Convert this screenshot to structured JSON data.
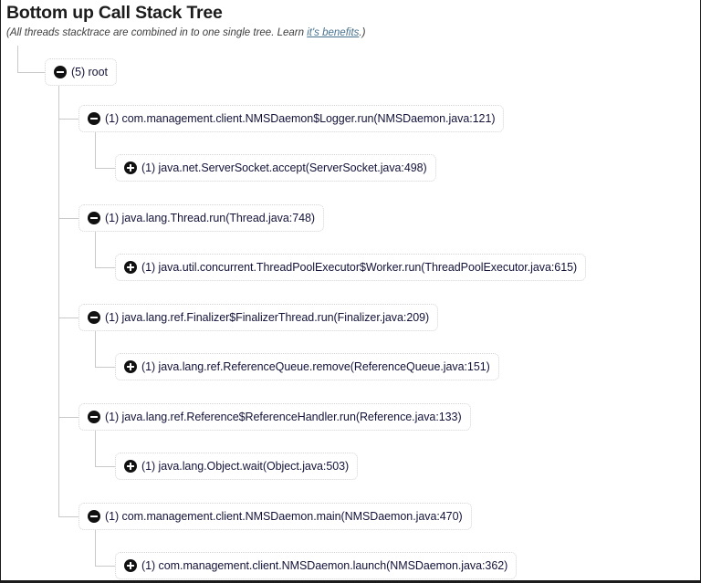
{
  "header": {
    "title": "Bottom up Call Stack Tree",
    "subtitle_prefix": "(All threads stacktrace are combined in to one single tree. Learn ",
    "link_text": "it's benefits",
    "subtitle_suffix": ".)"
  },
  "colors": {
    "link": "#47728f",
    "node_text": "#13133a",
    "node_border": "#d4d4d4",
    "connector": "#c9c9c9",
    "icon_fill": "#111111",
    "page_border": "#1b1b1b"
  },
  "icons": {
    "collapse": "minus-circle-icon",
    "expand": "plus-circle-icon"
  },
  "tree": {
    "root": {
      "id": "root",
      "count": "(5)",
      "label": "(5) root",
      "state": "expanded",
      "icon": "minus-circle-icon"
    },
    "branches": [
      {
        "parent": {
          "id": "nmsdaemon-logger-run",
          "count": "(1)",
          "label": "(1) com.management.client.NMSDaemon$Logger.run(NMSDaemon.java:121)",
          "state": "expanded",
          "icon": "minus-circle-icon"
        },
        "child": {
          "id": "serversocket-accept",
          "count": "(1)",
          "label": "(1) java.net.ServerSocket.accept(ServerSocket.java:498)",
          "state": "collapsed",
          "icon": "plus-circle-icon"
        }
      },
      {
        "parent": {
          "id": "thread-run",
          "count": "(1)",
          "label": "(1) java.lang.Thread.run(Thread.java:748)",
          "state": "expanded",
          "icon": "minus-circle-icon"
        },
        "child": {
          "id": "threadpoolexecutor-worker-run",
          "count": "(1)",
          "label": "(1) java.util.concurrent.ThreadPoolExecutor$Worker.run(ThreadPoolExecutor.java:615)",
          "state": "collapsed",
          "icon": "plus-circle-icon"
        }
      },
      {
        "parent": {
          "id": "finalizer-thread-run",
          "count": "(1)",
          "label": "(1) java.lang.ref.Finalizer$FinalizerThread.run(Finalizer.java:209)",
          "state": "expanded",
          "icon": "minus-circle-icon"
        },
        "child": {
          "id": "referencequeue-remove",
          "count": "(1)",
          "label": "(1) java.lang.ref.ReferenceQueue.remove(ReferenceQueue.java:151)",
          "state": "collapsed",
          "icon": "plus-circle-icon"
        }
      },
      {
        "parent": {
          "id": "referencehandler-run",
          "count": "(1)",
          "label": "(1) java.lang.ref.Reference$ReferenceHandler.run(Reference.java:133)",
          "state": "expanded",
          "icon": "minus-circle-icon"
        },
        "child": {
          "id": "object-wait",
          "count": "(1)",
          "label": "(1) java.lang.Object.wait(Object.java:503)",
          "state": "collapsed",
          "icon": "plus-circle-icon"
        }
      },
      {
        "parent": {
          "id": "nmsdaemon-main",
          "count": "(1)",
          "label": "(1) com.management.client.NMSDaemon.main(NMSDaemon.java:470)",
          "state": "expanded",
          "icon": "minus-circle-icon"
        },
        "child": {
          "id": "nmsdaemon-launch",
          "count": "(1)",
          "label": "(1) com.management.client.NMSDaemon.launch(NMSDaemon.java:362)",
          "state": "collapsed",
          "icon": "plus-circle-icon"
        }
      }
    ]
  }
}
